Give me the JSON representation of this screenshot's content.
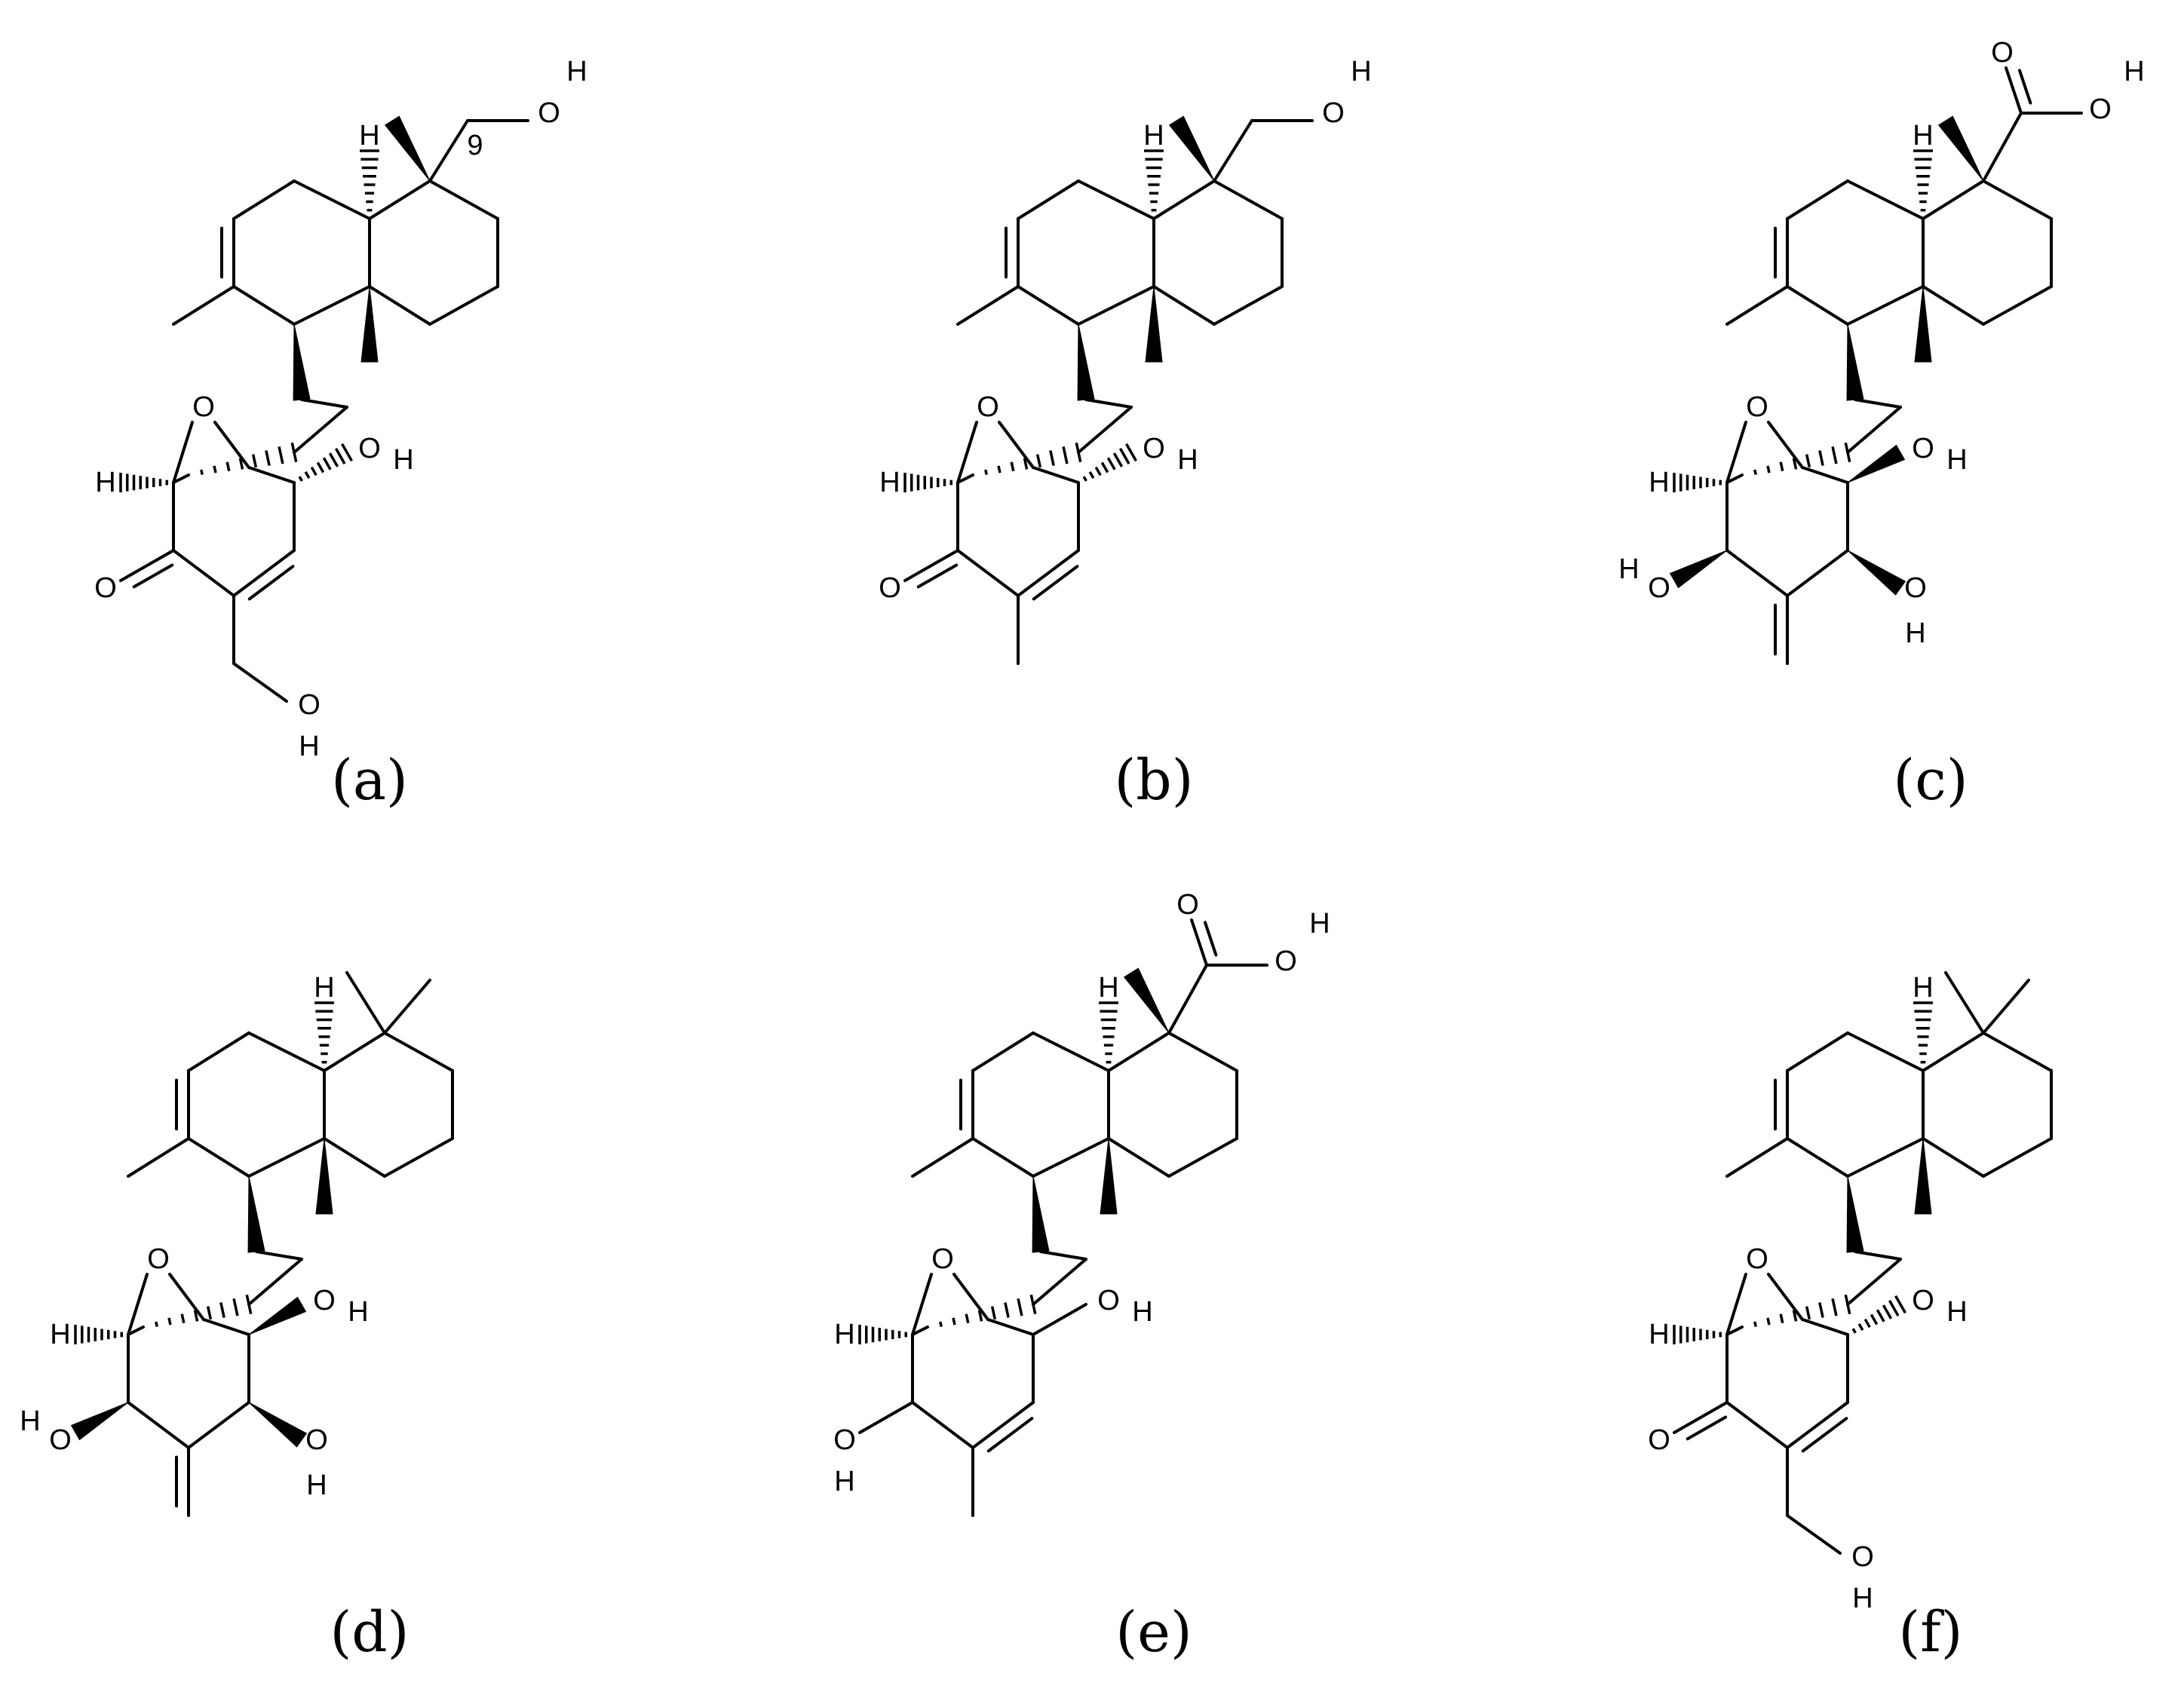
{
  "figure": {
    "panels": [
      {
        "caption": "(a)",
        "marker": "9",
        "variant": "a"
      },
      {
        "caption": "(b)",
        "variant": "b"
      },
      {
        "caption": "(c)",
        "variant": "c"
      },
      {
        "caption": "(d)",
        "variant": "d"
      },
      {
        "caption": "(e)",
        "variant": "e"
      },
      {
        "caption": "(f)",
        "variant": "f"
      }
    ],
    "atoms": {
      "O": "O",
      "H": "H"
    },
    "colors": {
      "ink": "#000000",
      "background": "#ffffff"
    }
  }
}
